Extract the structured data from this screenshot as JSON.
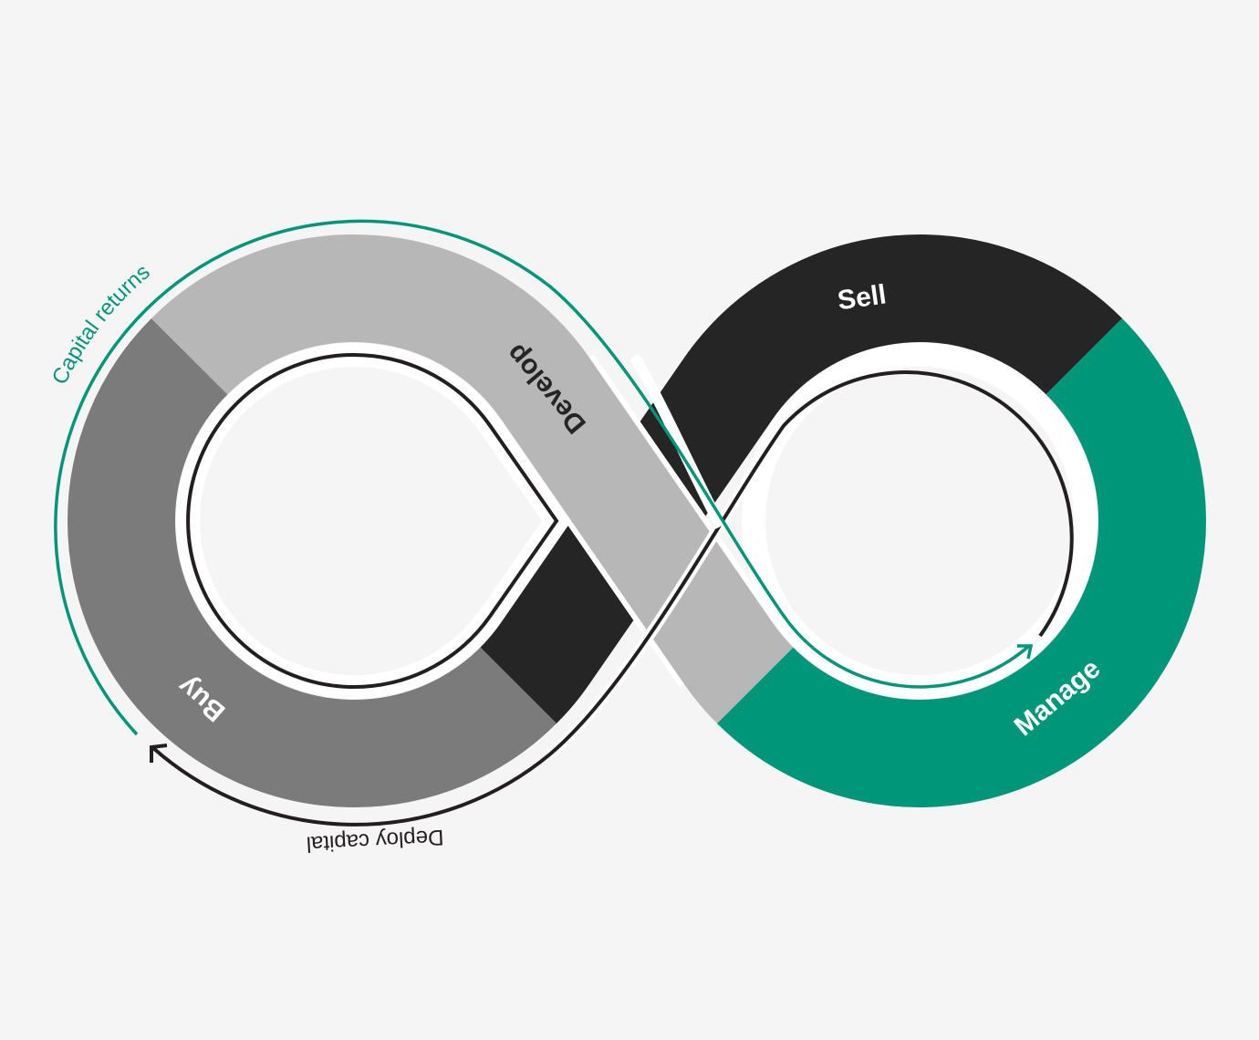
{
  "colors": {
    "background": "#f5f5f5",
    "buy": "#7b7b7b",
    "develop": "#b7b7b7",
    "sell": "#252525",
    "manage": "#00967a",
    "capital_returns": "#00967a",
    "deploy_capital": "#231f20"
  },
  "stages": {
    "buy": "Buy",
    "develop": "Develop",
    "sell": "Sell",
    "manage": "Manage"
  },
  "flows": {
    "capital_returns": "Capital returns",
    "deploy_capital": "Deploy capital"
  }
}
